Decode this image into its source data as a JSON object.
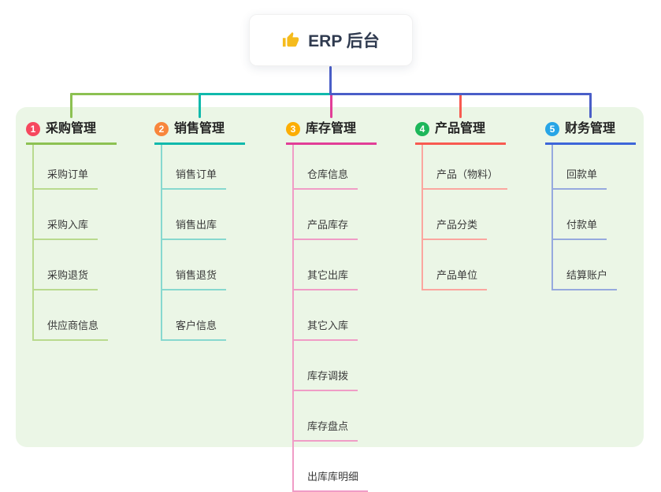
{
  "root": {
    "icon": "thumbs-up-icon",
    "label": "ERP 后台"
  },
  "theme": {
    "canvas_bg": "#ffffff",
    "panel_bg": "#ebf6e6",
    "root_connector": "#4a5ec8",
    "root_text": "#2f3a4f",
    "title_text": "#232323",
    "item_text": "#3a3a3a",
    "icon_color": "#f5bb1d"
  },
  "branches": [
    {
      "num": "1",
      "title": "采购管理",
      "badge_color": "#f6485e",
      "line_color": "#8cc152",
      "light_color": "#b9da8e",
      "children": [
        "采购订单",
        "采购入库",
        "采购退货",
        "供应商信息"
      ]
    },
    {
      "num": "2",
      "title": "销售管理",
      "badge_color": "#f8863c",
      "line_color": "#10b9ac",
      "light_color": "#87d8cf",
      "children": [
        "销售订单",
        "销售出库",
        "销售退货",
        "客户信息"
      ]
    },
    {
      "num": "3",
      "title": "库存管理",
      "badge_color": "#fcae04",
      "line_color": "#e23e97",
      "light_color": "#f09cc6",
      "children": [
        "仓库信息",
        "产品库存",
        "其它出库",
        "其它入库",
        "库存调拨",
        "库存盘点",
        "出库库明细"
      ]
    },
    {
      "num": "4",
      "title": "产品管理",
      "badge_color": "#1db75a",
      "line_color": "#f85a50",
      "light_color": "#fba69f",
      "children": [
        "产品（物料）",
        "产品分类",
        "产品单位"
      ]
    },
    {
      "num": "5",
      "title": "财务管理",
      "badge_color": "#27a5e6",
      "line_color": "#3d66d9",
      "connector_color": "#4a5ec8",
      "light_color": "#96a9de",
      "children": [
        "回款单",
        "付款单",
        "结算账户"
      ]
    }
  ]
}
